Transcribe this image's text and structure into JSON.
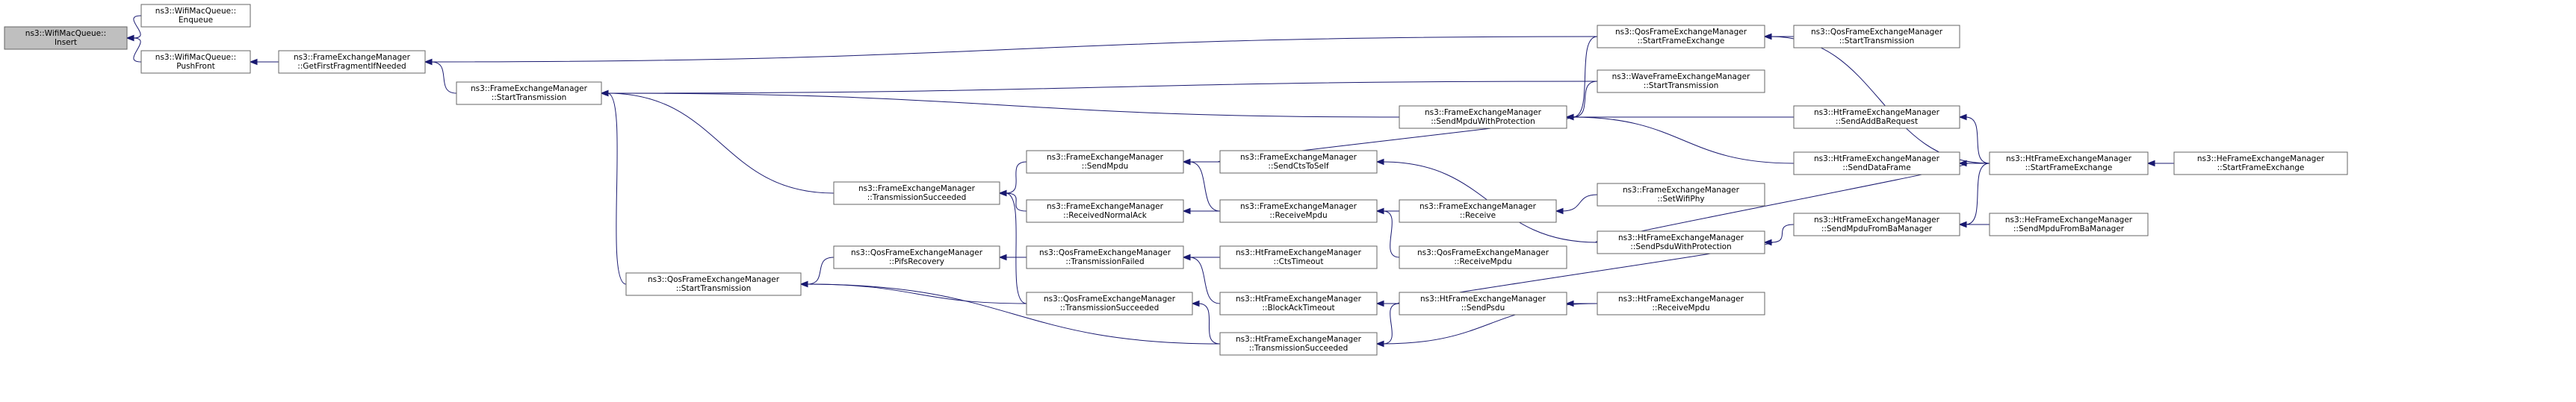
{
  "graph": {
    "edge_color": "#191970",
    "root_fill": "#bfbfbf",
    "nodes": [
      {
        "id": "n0",
        "lines": [
          "ns3::WifiMacQueue::",
          "Insert"
        ],
        "root": true
      },
      {
        "id": "n1",
        "lines": [
          "ns3::WifiMacQueue::",
          "Enqueue"
        ]
      },
      {
        "id": "n2",
        "lines": [
          "ns3::WifiMacQueue::",
          "PushFront"
        ]
      },
      {
        "id": "n3",
        "lines": [
          "ns3::FrameExchangeManager",
          "::GetFirstFragmentIfNeeded"
        ]
      },
      {
        "id": "n4",
        "lines": [
          "ns3::FrameExchangeManager",
          "::StartTransmission"
        ]
      },
      {
        "id": "n5",
        "lines": [
          "ns3::QosFrameExchangeManager",
          "::StartFrameExchange"
        ]
      },
      {
        "id": "n6",
        "lines": [
          "ns3::QosFrameExchangeManager",
          "::StartTransmission"
        ]
      },
      {
        "id": "n7",
        "lines": [
          "ns3::WaveFrameExchangeManager",
          "::StartTransmission"
        ]
      },
      {
        "id": "n8",
        "lines": [
          "ns3::FrameExchangeManager",
          "::SendMpduWithProtection"
        ]
      },
      {
        "id": "n9",
        "lines": [
          "ns3::FrameExchangeManager",
          "::TransmissionSucceeded"
        ]
      },
      {
        "id": "n10",
        "lines": [
          "ns3::FrameExchangeManager",
          "::SendMpdu"
        ]
      },
      {
        "id": "n11",
        "lines": [
          "ns3::FrameExchangeManager",
          "::ReceivedNormalAck"
        ]
      },
      {
        "id": "n12",
        "lines": [
          "ns3::FrameExchangeManager",
          "::SendCtsToSelf"
        ]
      },
      {
        "id": "n13",
        "lines": [
          "ns3::FrameExchangeManager",
          "::ReceiveMpdu"
        ]
      },
      {
        "id": "n14",
        "lines": [
          "ns3::FrameExchangeManager",
          "::Receive"
        ]
      },
      {
        "id": "n15",
        "lines": [
          "ns3::FrameExchangeManager",
          "::SetWifiPhy"
        ]
      },
      {
        "id": "n16",
        "lines": [
          "ns3::QosFrameExchangeManager",
          "::ReceiveMpdu"
        ]
      },
      {
        "id": "n17",
        "lines": [
          "ns3::HtFrameExchangeManager",
          "::SendAddBaRequest"
        ]
      },
      {
        "id": "n18",
        "lines": [
          "ns3::HtFrameExchangeManager",
          "::SendDataFrame"
        ]
      },
      {
        "id": "n19",
        "lines": [
          "ns3::HtFrameExchangeManager",
          "::StartFrameExchange"
        ]
      },
      {
        "id": "n20",
        "lines": [
          "ns3::HeFrameExchangeManager",
          "::StartFrameExchange"
        ]
      },
      {
        "id": "n21",
        "lines": [
          "ns3::HtFrameExchangeManager",
          "::SendPsduWithProtection"
        ]
      },
      {
        "id": "n22",
        "lines": [
          "ns3::HtFrameExchangeManager",
          "::SendMpduFromBaManager"
        ]
      },
      {
        "id": "n23",
        "lines": [
          "ns3::HeFrameExchangeManager",
          "::SendMpduFromBaManager"
        ]
      },
      {
        "id": "n24",
        "lines": [
          "ns3::QosFrameExchangeManager",
          "::StartTransmission"
        ]
      },
      {
        "id": "n25",
        "lines": [
          "ns3::QosFrameExchangeManager",
          "::PifsRecovery"
        ]
      },
      {
        "id": "n26",
        "lines": [
          "ns3::QosFrameExchangeManager",
          "::TransmissionFailed"
        ]
      },
      {
        "id": "n27",
        "lines": [
          "ns3::QosFrameExchangeManager",
          "::TransmissionSucceeded"
        ]
      },
      {
        "id": "n28",
        "lines": [
          "ns3::HtFrameExchangeManager",
          "::CtsTimeout"
        ]
      },
      {
        "id": "n29",
        "lines": [
          "ns3::HtFrameExchangeManager",
          "::BlockAckTimeout"
        ]
      },
      {
        "id": "n30",
        "lines": [
          "ns3::HtFrameExchangeManager",
          "::TransmissionSucceeded"
        ]
      },
      {
        "id": "n31",
        "lines": [
          "ns3::HtFrameExchangeManager",
          "::SendPsdu"
        ]
      },
      {
        "id": "n32",
        "lines": [
          "ns3::HtFrameExchangeManager",
          "::ReceiveMpdu"
        ]
      }
    ],
    "edges": [
      [
        "n1",
        "n0"
      ],
      [
        "n2",
        "n0"
      ],
      [
        "n3",
        "n2"
      ],
      [
        "n5",
        "n3"
      ],
      [
        "n4",
        "n3"
      ],
      [
        "n6",
        "n5"
      ],
      [
        "n19",
        "n5"
      ],
      [
        "n7",
        "n4"
      ],
      [
        "n8",
        "n4"
      ],
      [
        "n9",
        "n4"
      ],
      [
        "n24",
        "n4"
      ],
      [
        "n5",
        "n8"
      ],
      [
        "n7",
        "n8"
      ],
      [
        "n17",
        "n8"
      ],
      [
        "n18",
        "n8"
      ],
      [
        "n12",
        "n8"
      ],
      [
        "n10",
        "n9"
      ],
      [
        "n11",
        "n9"
      ],
      [
        "n27",
        "n9"
      ],
      [
        "n12",
        "n10"
      ],
      [
        "n13",
        "n10"
      ],
      [
        "n13",
        "n11"
      ],
      [
        "n21",
        "n12"
      ],
      [
        "n14",
        "n13"
      ],
      [
        "n16",
        "n13"
      ],
      [
        "n15",
        "n14"
      ],
      [
        "n19",
        "n17"
      ],
      [
        "n19",
        "n18"
      ],
      [
        "n21",
        "n18"
      ],
      [
        "n20",
        "n19"
      ],
      [
        "n22",
        "n21"
      ],
      [
        "n31",
        "n21"
      ],
      [
        "n19",
        "n22"
      ],
      [
        "n23",
        "n22"
      ],
      [
        "n25",
        "n24"
      ],
      [
        "n27",
        "n24"
      ],
      [
        "n30",
        "n24"
      ],
      [
        "n26",
        "n25"
      ],
      [
        "n28",
        "n26"
      ],
      [
        "n29",
        "n26"
      ],
      [
        "n30",
        "n27"
      ],
      [
        "n31",
        "n29"
      ],
      [
        "n31",
        "n30"
      ],
      [
        "n32",
        "n30"
      ],
      [
        "n32",
        "n31"
      ]
    ]
  }
}
